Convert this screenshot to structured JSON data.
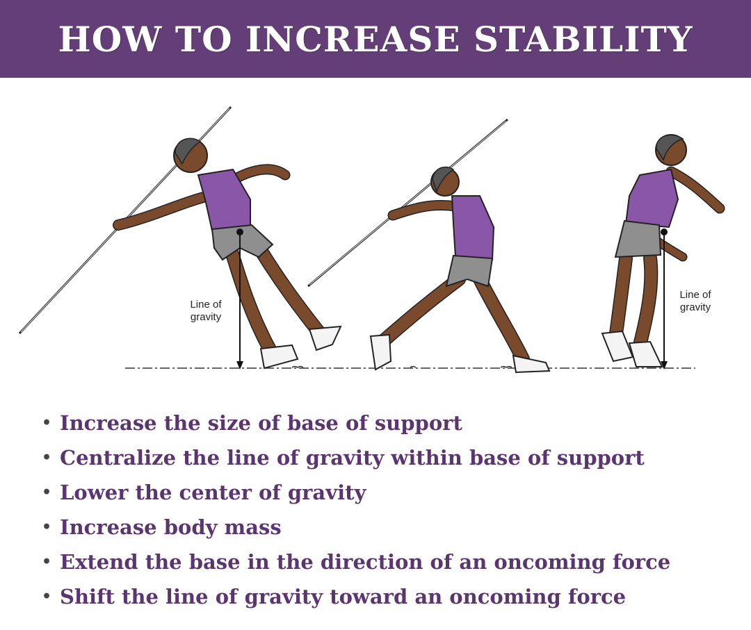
{
  "header": {
    "title": "HOW TO INCREASE STABILITY"
  },
  "colors": {
    "banner": "#633e77",
    "banner_text": "#ffffff",
    "bullet_text": "#5b3570",
    "tank_top": "#8a56a8",
    "shorts": "#8f8f8f",
    "skin": "#7a4a2c"
  },
  "illustration": {
    "figures": [
      {
        "name": "javelin-thrower-leaning-back",
        "label": "Line of\ngravity",
        "label_lines": [
          "Line of",
          "gravity"
        ]
      },
      {
        "name": "javelin-thrower-lunging"
      },
      {
        "name": "javelin-thrower-upright",
        "label_lines": [
          "Line of",
          "gravity"
        ]
      }
    ]
  },
  "bullets": [
    "Increase the size of base of support",
    "Centralize the line of gravity within base of support",
    "Lower the center of gravity",
    "Increase body mass",
    "Extend the base in the direction of an oncoming force",
    "Shift the line of gravity toward an oncoming force"
  ]
}
